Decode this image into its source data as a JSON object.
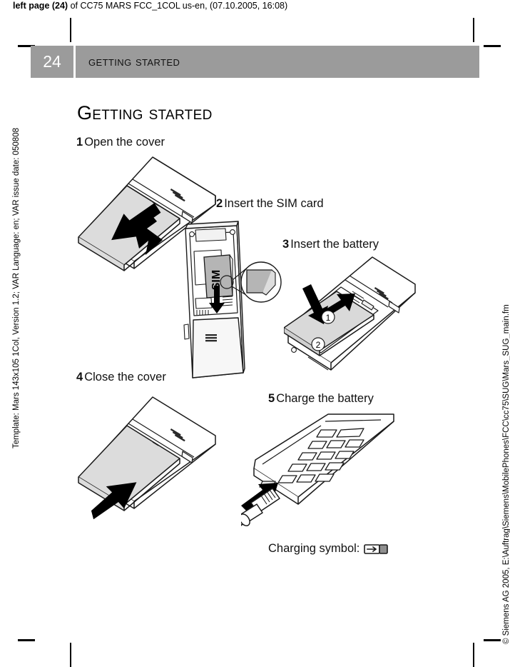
{
  "print_header": {
    "bold_part": "left page (24)",
    "rest": " of CC75 MARS FCC_1COL us-en, (07.10.2005, 16:08)"
  },
  "side_texts": {
    "left": "Template: Mars 143x105 1Col, Version 1.2; VAR Language: en; VAR issue date: 050808",
    "right": "© Siemens AG 2005, E:\\Auftrag\\Siemens\\MobilePhones\\FCC\\cc75\\SUG\\Mars_SUG_main.fm"
  },
  "chapter_header": {
    "page_number": "24",
    "title": "Getting started",
    "bar_color": "#9b9b9b",
    "number_text_color": "#ffffff"
  },
  "page_title": "Getting started",
  "steps": [
    {
      "number": "1",
      "text": "Open the cover",
      "figure": "phone-cover-open"
    },
    {
      "number": "2",
      "text": "Insert the SIM card",
      "figure": "phone-sim-insert"
    },
    {
      "number": "3",
      "text": "Insert the battery",
      "figure": "phone-battery-insert"
    },
    {
      "number": "4",
      "text": "Close the cover",
      "figure": "phone-cover-close"
    },
    {
      "number": "5",
      "text": "Charge the battery",
      "figure": "phone-charger-plug"
    }
  ],
  "figure_labels": {
    "sim_card": "SIM",
    "battery_step_one": "1",
    "battery_step_two": "2"
  },
  "charging": {
    "label": "Charging symbol:",
    "icon": "battery-charging-icon"
  }
}
